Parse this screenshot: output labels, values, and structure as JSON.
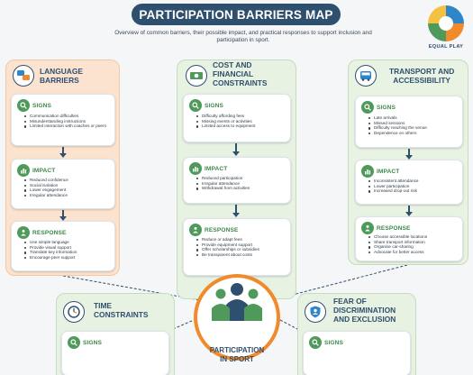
{
  "header": {
    "title": "PARTICIPATION BARRIERS MAP",
    "subtitle": "Overview of common barriers, their possible impact, and practical responses to support inclusion and participation in sport.",
    "logo_text": "EQUAL PLAY"
  },
  "center": {
    "label_line1": "PARTICIPATION",
    "label_line2": "IN SPORT"
  },
  "colors": {
    "navy": "#2f4f6e",
    "green": "#4f9a5a",
    "orange": "#f08a2a",
    "peach": "#fbe3cf",
    "mint": "#e7f2e3"
  },
  "section_labels": {
    "signs": "SIGNS",
    "impact": "IMPACT",
    "response": "RESPONSE"
  },
  "barriers": {
    "language": {
      "title_line1": "LANGUAGE",
      "title_line2": "BARRIERS",
      "icon": "speech-bubbles-icon",
      "signs": [
        "Communication difficulties",
        "Misunderstanding instructions",
        "Limited interaction with coaches or peers"
      ],
      "impact": [
        "Reduced confidence",
        "Social isolation",
        "Lower engagement",
        "Irregular attendance"
      ],
      "response": [
        "Use simple language",
        "Provide visual support",
        "Translate key information",
        "Encourage peer support"
      ]
    },
    "cost": {
      "title_line1": "COST AND",
      "title_line2": "FINANCIAL",
      "title_line3": "CONSTRAINTS",
      "icon": "money-icon",
      "signs": [
        "Difficulty affording fees",
        "Missing events or activities",
        "Limited access to equipment"
      ],
      "impact": [
        "Reduced participation",
        "Irregular attendance",
        "Withdrawal from activities"
      ],
      "response": [
        "Reduce or adapt fees",
        "Provide equipment support",
        "Offer scholarships or subsidies",
        "Be transparent about costs"
      ]
    },
    "transport": {
      "title_line1": "TRANSPORT AND",
      "title_line2": "ACCESSIBILITY",
      "icon": "bus-icon",
      "signs": [
        "Late arrivals",
        "Missed sessions",
        "Difficulty reaching the venue",
        "Dependence on others"
      ],
      "impact": [
        "Inconsistent attendance",
        "Lower participation",
        "Increased drop-out risk"
      ],
      "response": [
        "Choose accessible locations",
        "Share transport information",
        "Organise car-sharing",
        "Advocate for better access"
      ]
    },
    "time": {
      "title_line1": "TIME",
      "title_line2": "CONSTRAINTS",
      "icon": "clock-icon"
    },
    "fear": {
      "title_line1": "FEAR OF",
      "title_line2": "DISCRIMINATION",
      "title_line3": "AND EXCLUSION",
      "icon": "shield-people-icon"
    }
  }
}
